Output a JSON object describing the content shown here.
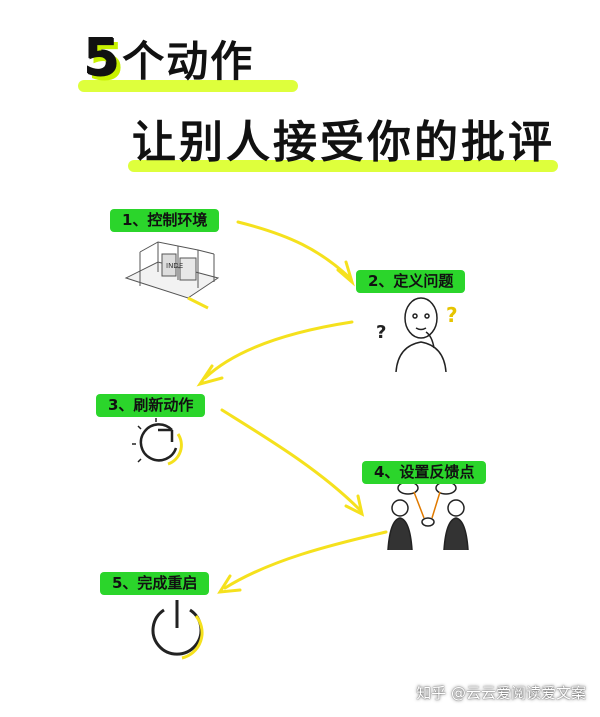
{
  "title": {
    "line1_num": "5",
    "line1_text": "个动作",
    "line2": "让别人接受你的批评"
  },
  "steps": [
    {
      "label": "1、控制环境"
    },
    {
      "label": "2、定义问题"
    },
    {
      "label": "3、刷新动作"
    },
    {
      "label": "4、设置反馈点"
    },
    {
      "label": "5、完成重启"
    }
  ],
  "illustration_text": {
    "room_sign": "INDE",
    "question_mark": "?"
  },
  "watermark": "知乎 @云云爱阅读爱文案",
  "colors": {
    "step_badge": "#2bd52b",
    "arrow": "#f5e11d",
    "title_highlight": "#d8ff1a",
    "ink": "#111111"
  },
  "icons": [
    "room-illustration-icon",
    "thinking-man-icon",
    "refresh-icon",
    "feedback-people-icon",
    "power-icon"
  ]
}
